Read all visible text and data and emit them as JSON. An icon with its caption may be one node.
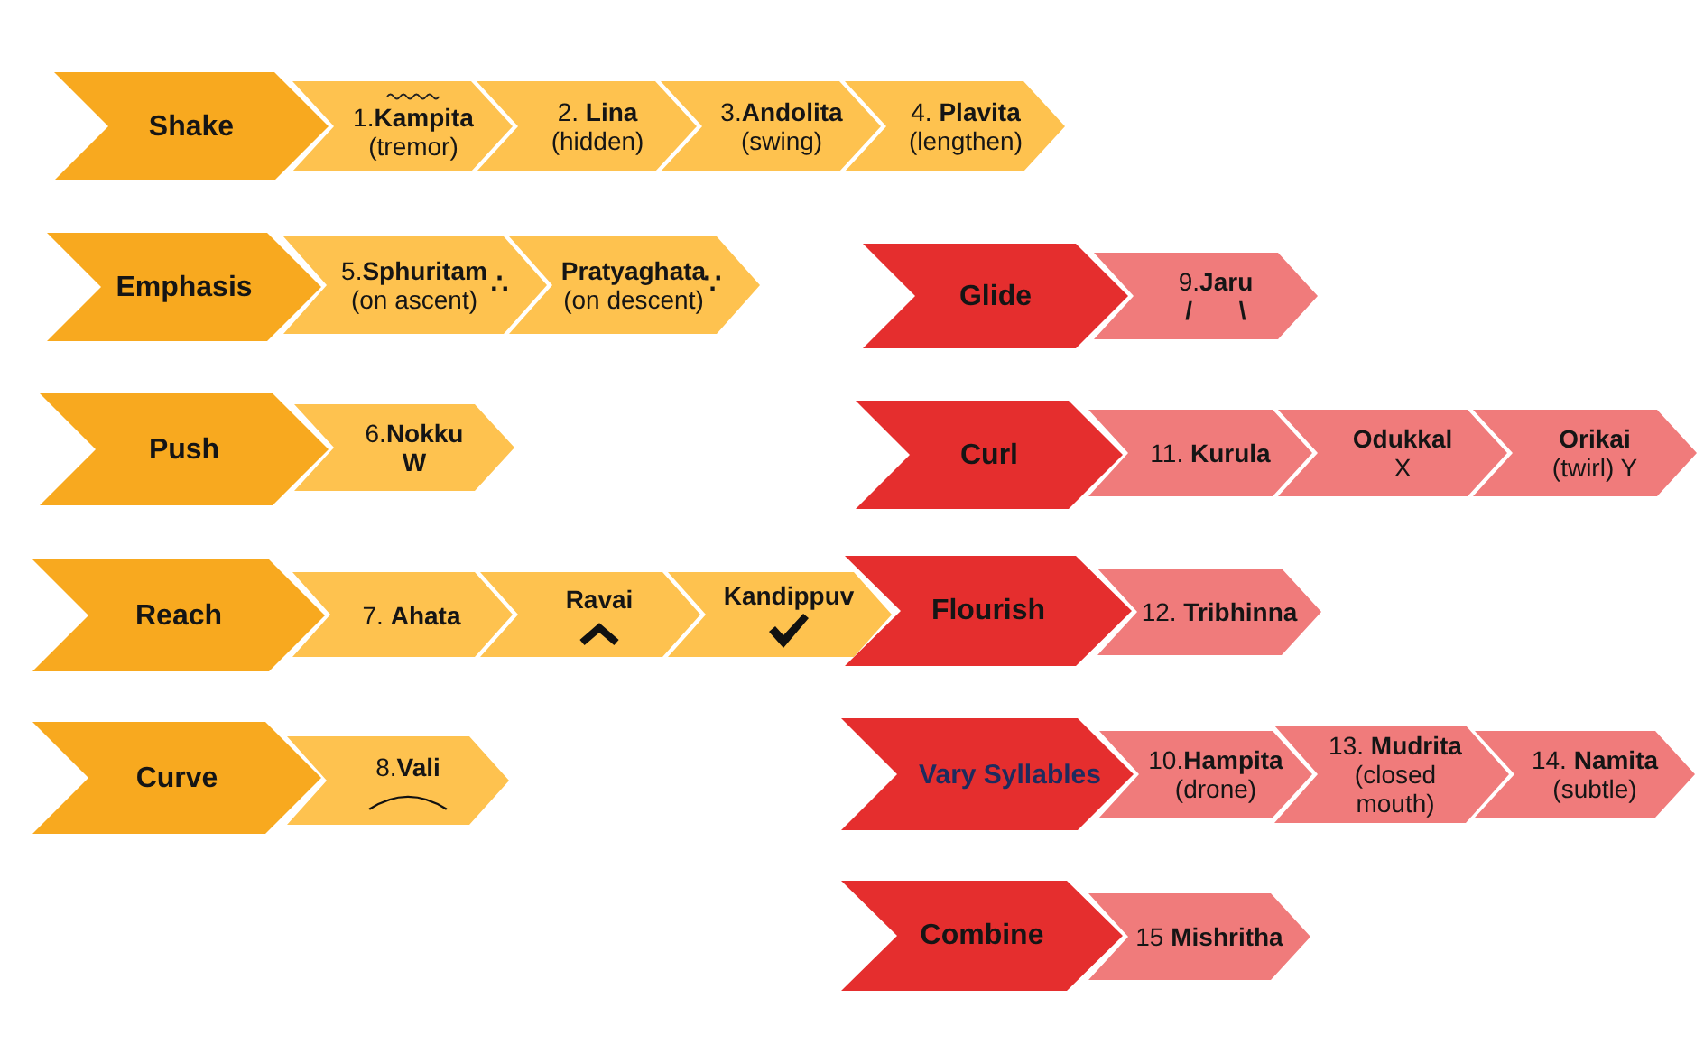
{
  "diagram": {
    "nodes": [
      {
        "text": [
          "Shake"
        ]
      },
      {
        "text": [
          "1.**Kampita**",
          "(tremor)"
        ]
      },
      {
        "text": [
          "2. **Lina**",
          "(hidden)"
        ]
      },
      {
        "text": [
          "3.**Andolita**",
          "(swing)"
        ]
      },
      {
        "text": [
          "4. **Plavita**",
          "(lengthen)"
        ]
      },
      {
        "text": [
          "Emphasis"
        ]
      },
      {
        "text": [
          "5.**Sphuritam**",
          "(on ascent)",
          "∴"
        ]
      },
      {
        "text": [
          "Pratyaghata",
          "(on descent)",
          "∵"
        ]
      },
      {
        "text": [
          "Push"
        ]
      },
      {
        "text": [
          "6.**Nokku**",
          "W"
        ]
      },
      {
        "text": [
          "Reach"
        ]
      },
      {
        "text": [
          "7. **Ahata**"
        ]
      },
      {
        "text": [
          "Ravai"
        ]
      },
      {
        "text": [
          "Kandippuv"
        ]
      },
      {
        "text": [
          "Curve"
        ]
      },
      {
        "text": [
          "8.**Vali**"
        ]
      },
      {
        "text": [
          "Glide"
        ]
      },
      {
        "text": [
          "9.**Jaru**",
          "/ \\"
        ]
      },
      {
        "text": [
          "Curl"
        ]
      },
      {
        "text": [
          "11. **Kurula**"
        ]
      },
      {
        "text": [
          "Odukkal",
          "X"
        ]
      },
      {
        "text": [
          "Orikai",
          "(twirl) Y"
        ]
      },
      {
        "text": [
          "Flourish"
        ]
      },
      {
        "text": [
          "12. **Tribhinna**"
        ]
      },
      {
        "text": [
          "Vary Syllables"
        ]
      },
      {
        "text": [
          "10.**Hampita**",
          "(drone)"
        ]
      },
      {
        "text": [
          "13. **Mudrita**",
          "(closed mouth)"
        ]
      },
      {
        "text": [
          "14. **Namita**",
          "(subtle)"
        ]
      },
      {
        "text": [
          "Combine"
        ]
      },
      {
        "text": [
          "15 **Mishritha**"
        ]
      }
    ]
  }
}
